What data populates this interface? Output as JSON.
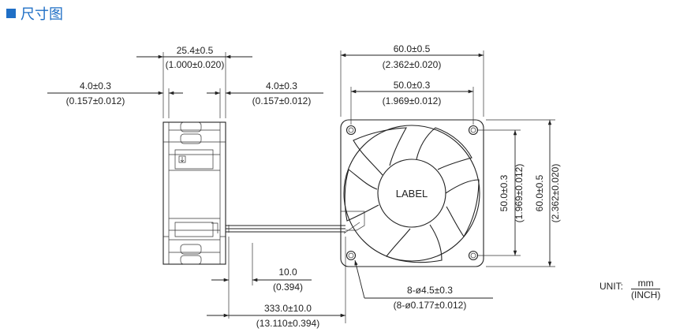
{
  "title": "尺寸图",
  "dimensions": {
    "frame_depth_mm": "25.4±0.5",
    "frame_depth_in": "(1.000±0.020)",
    "left_offset_mm": "4.0±0.3",
    "left_offset_in": "(0.157±0.012)",
    "right_offset_mm": "4.0±0.3",
    "right_offset_in": "(0.157±0.012)",
    "width_mm": "60.0±0.5",
    "width_in": "(2.362±0.020)",
    "hole_spacing_mm": "50.0±0.3",
    "hole_spacing_in": "(1.969±0.012)",
    "v_hole_spacing_mm": "50.0±0.3",
    "v_hole_spacing_in": "(1.969±0.012)",
    "height_mm": "60.0±0.5",
    "height_in": "(2.362±0.020)",
    "strip_mm": "10.0",
    "strip_in": "(0.394)",
    "lead_mm": "333.0±10.0",
    "lead_in": "(13.110±0.394)",
    "hole_dia_mm": "8-ø4.5±0.3",
    "hole_dia_in": "(8-ø0.177±0.012)"
  },
  "fan_label": "LABEL",
  "unit": {
    "label": "UNIT:",
    "numerator": "mm",
    "denominator": "(INCH)"
  }
}
